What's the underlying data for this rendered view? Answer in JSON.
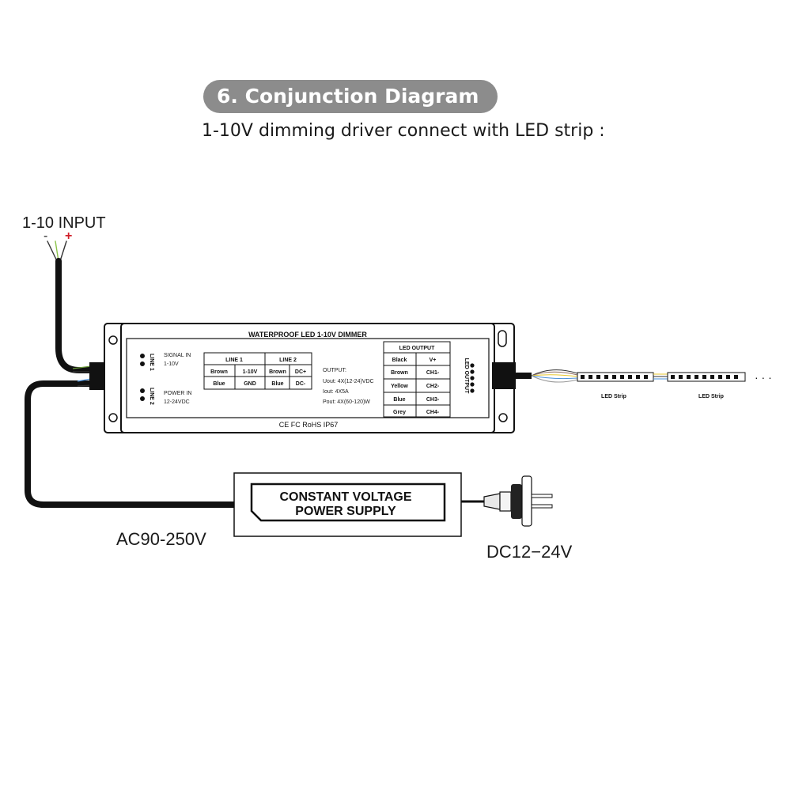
{
  "header": {
    "title": "6. Conjunction Diagram",
    "subtitle": "1-10V dimming driver connect with LED strip :"
  },
  "input": {
    "label": "1-10 INPUT",
    "minus": "-",
    "plus": "+"
  },
  "dimmer": {
    "title": "WATERPROOF LED 1-10V DIMMER",
    "line1_tag": "LINE 1",
    "line2_tag": "LINE 2",
    "signal_in": "SIGNAL IN",
    "signal_range": "1-10V",
    "power_in": "POWER IN",
    "power_range": "12-24VDC",
    "input_table": {
      "headers": [
        "LINE 1",
        "LINE 2"
      ],
      "rows": [
        [
          "Brown",
          "1-10V",
          "Brown",
          "DC+"
        ],
        [
          "Blue",
          "GND",
          "Blue",
          "DC-"
        ]
      ]
    },
    "output_specs": {
      "heading": "OUTPUT:",
      "uout": "Uout: 4X(12-24)VDC",
      "iout": "Iout: 4X5A",
      "pout": "Pout: 4X(60-120)W"
    },
    "output_table": {
      "header": "LED OUTPUT",
      "rows": [
        [
          "Black",
          "V+"
        ],
        [
          "Brown",
          "CH1-"
        ],
        [
          "Yellow",
          "CH2-"
        ],
        [
          "Blue",
          "CH3-"
        ],
        [
          "Grey",
          "CH4-"
        ]
      ]
    },
    "led_output_tag": "LED OUTPUT",
    "certifications": "CE FC RoHS IP67"
  },
  "strips": [
    {
      "label": "LED Strip"
    },
    {
      "label": "LED Strip"
    }
  ],
  "continuation": "· · ·",
  "power_supply": {
    "line1": "CONSTANT VOLTAGE",
    "line2": "POWER SUPPLY"
  },
  "labels": {
    "ac": "AC90-250V",
    "dc": "DC12−24V"
  }
}
